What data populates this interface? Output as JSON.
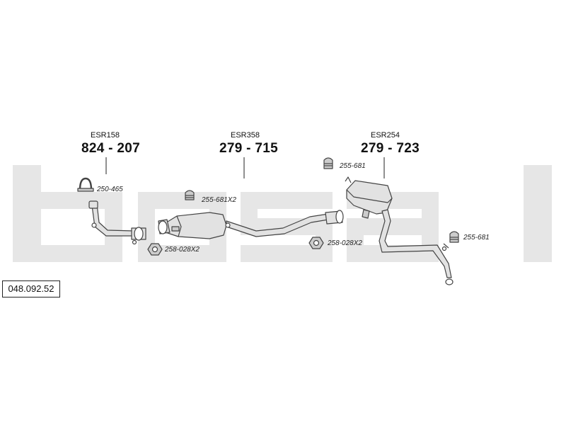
{
  "brand": {
    "logo_text": "bosal",
    "logo_color": "#e6e6e6"
  },
  "catalog_number": "048.092.52",
  "parts": [
    {
      "id": "front",
      "esr": "ESR158",
      "part_number": "824 - 207"
    },
    {
      "id": "middle",
      "esr": "ESR358",
      "part_number": "279 - 715"
    },
    {
      "id": "rear",
      "esr": "ESR254",
      "part_number": "279 - 723"
    }
  ],
  "accessories": {
    "clamp_front": "250-465",
    "mount_middle": "255-681X2",
    "nut_front": "258-028X2",
    "nut_middle": "258-028X2",
    "mount_rear_top": "255-681",
    "mount_rear_right": "255-681"
  },
  "colors": {
    "pipe_fill": "#e2e2e2",
    "pipe_stroke": "#444444"
  }
}
